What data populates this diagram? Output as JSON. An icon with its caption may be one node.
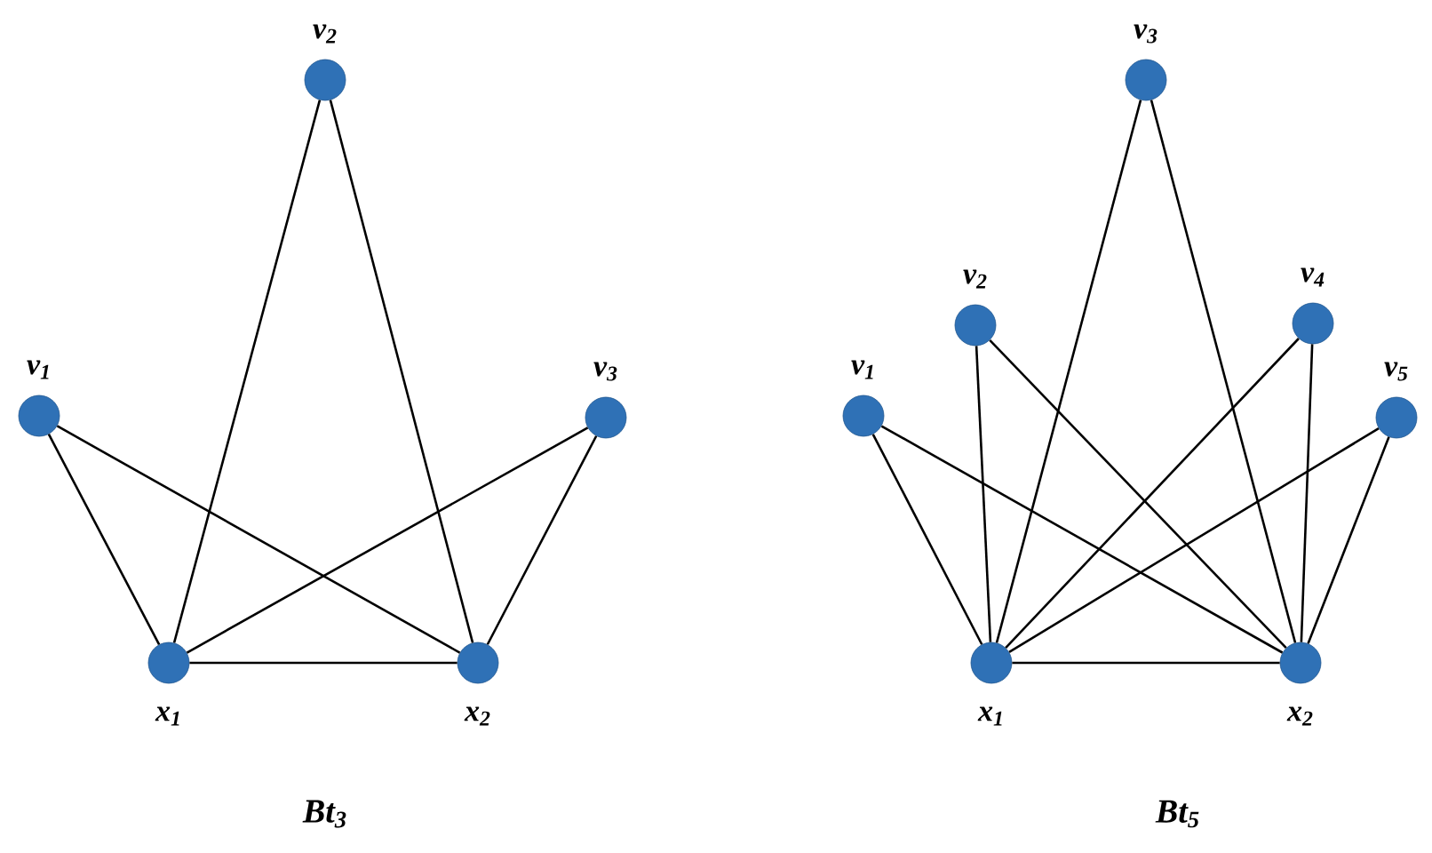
{
  "diagram": {
    "nodes": [
      {
        "text": [
          "v$_{1}$"
        ]
      },
      {
        "text": [
          "v$_{2}$"
        ]
      },
      {
        "text": [
          "v$_{3}$"
        ]
      },
      {
        "text": [
          "x$_{1}$"
        ]
      },
      {
        "text": [
          "x$_{2}$"
        ]
      },
      {
        "text": [
          "v$_{1}$"
        ]
      },
      {
        "text": [
          "v$_{2}$"
        ]
      },
      {
        "text": [
          "v$_{3}$"
        ]
      },
      {
        "text": [
          "v$_{4}$"
        ]
      },
      {
        "text": [
          "v$_{5}$"
        ]
      },
      {
        "text": [
          "x$_{1}$"
        ]
      },
      {
        "text": [
          "x$_{2}$"
        ]
      }
    ],
    "edges": [
      {
        "from": 0,
        "to": 3,
        "arrow": "none"
      },
      {
        "from": 0,
        "to": 4,
        "arrow": "none"
      },
      {
        "from": 1,
        "to": 3,
        "arrow": "none"
      },
      {
        "from": 1,
        "to": 4,
        "arrow": "none"
      },
      {
        "from": 2,
        "to": 3,
        "arrow": "none"
      },
      {
        "from": 2,
        "to": 4,
        "arrow": "none"
      },
      {
        "from": 3,
        "to": 4,
        "arrow": "none"
      },
      {
        "from": 5,
        "to": 10,
        "arrow": "none"
      },
      {
        "from": 5,
        "to": 11,
        "arrow": "none"
      },
      {
        "from": 6,
        "to": 10,
        "arrow": "none"
      },
      {
        "from": 6,
        "to": 11,
        "arrow": "none"
      },
      {
        "from": 7,
        "to": 10,
        "arrow": "none"
      },
      {
        "from": 7,
        "to": 11,
        "arrow": "none"
      },
      {
        "from": 8,
        "to": 10,
        "arrow": "none"
      },
      {
        "from": 8,
        "to": 11,
        "arrow": "none"
      },
      {
        "from": 9,
        "to": 10,
        "arrow": "none"
      },
      {
        "from": 9,
        "to": 11,
        "arrow": "none"
      },
      {
        "from": 10,
        "to": 11,
        "arrow": "none"
      }
    ],
    "labels": [
      "Bt$_{3}$",
      "Bt$_{5}$"
    ]
  }
}
